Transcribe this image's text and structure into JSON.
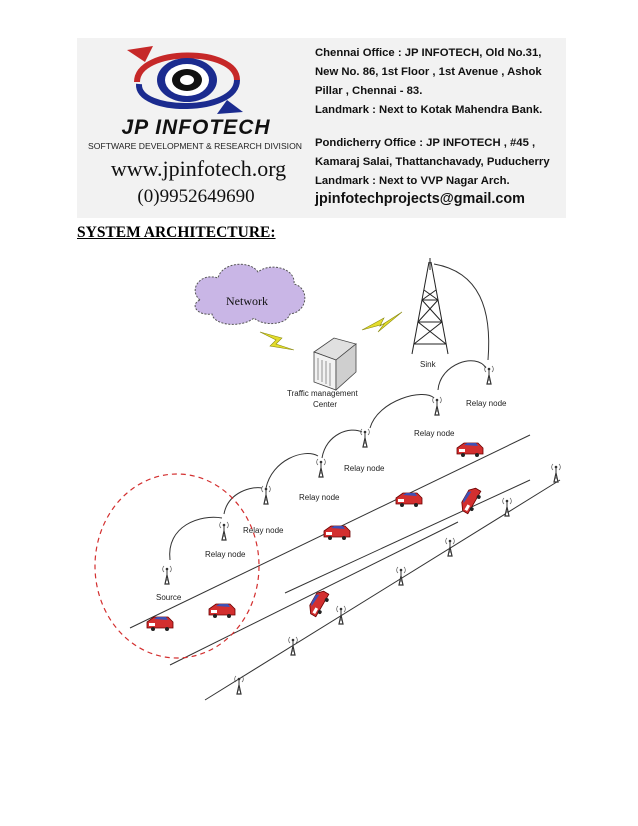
{
  "header": {
    "company": "JP INFOTECH",
    "division": "SOFTWARE DEVELOPMENT & RESEARCH DIVISION",
    "website": "www.jpinfotech.org",
    "phone": "(0)9952649690",
    "chennai_office": [
      "Chennai Office : JP INFOTECH, Old No.31,",
      "New No. 86, 1st Floor , 1st Avenue , Ashok",
      "Pillar , Chennai - 83.",
      "Landmark : Next to Kotak Mahendra Bank."
    ],
    "pondicherry_office": [
      "Pondicherry Office : JP INFOTECH , #45 ,",
      "Kamaraj Salai, Thattanchavady, Puducherry",
      "Landmark : Next to VVP Nagar Arch."
    ],
    "email": "jpinfotechprojects@gmail.com",
    "colors": {
      "ring_blue": "#1b2b8f",
      "ring_red": "#c62828",
      "ring_dark": "#111111"
    }
  },
  "section_title": "SYSTEM ARCHITECTURE:",
  "diagram": {
    "labels": {
      "network": "Network",
      "tmc_line1": "Traffic management",
      "tmc_line2": "Center",
      "sink": "Sink",
      "relay": "Relay node",
      "source": "Source"
    },
    "colors": {
      "cloud": "#c9b6e6",
      "lightning": "#e3dc2c",
      "car": "#d32f2f",
      "car_window": "#3f51b5",
      "range_circle": "#d32f2f"
    }
  }
}
